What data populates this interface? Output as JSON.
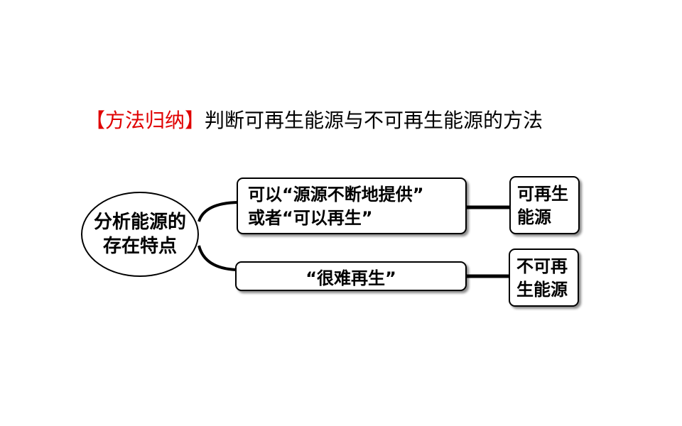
{
  "heading": {
    "tag": "【方法归纳】",
    "title": "判断可再生能源与不可再生能源的方法"
  },
  "diagram": {
    "root": {
      "line1": "分析能源的",
      "line2": "存在特点"
    },
    "branches": [
      {
        "condition_line1": "可以“源源不断地提供”",
        "condition_line2": "或者“可以再生”",
        "result_line1": "可再生",
        "result_line2": "能源"
      },
      {
        "condition": "“很难再生”",
        "result_line1": "不可再",
        "result_line2": "生能源"
      }
    ]
  }
}
